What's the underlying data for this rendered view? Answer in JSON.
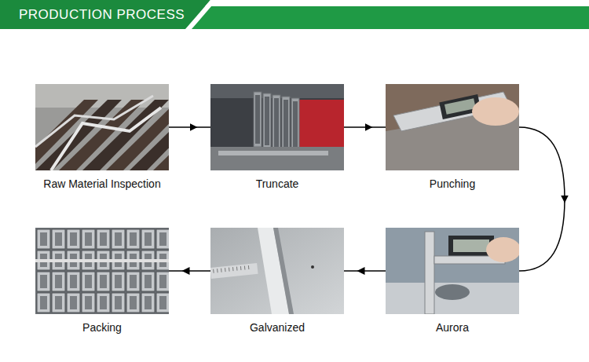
{
  "diagram": {
    "title": "PRODUCTION PROCESS",
    "nodes": [
      {
        "text": [
          "Raw Material Inspection"
        ]
      },
      {
        "text": [
          "Truncate"
        ]
      },
      {
        "text": [
          "Punching"
        ]
      },
      {
        "text": [
          "Aurora"
        ]
      },
      {
        "text": [
          "Galvanized"
        ]
      },
      {
        "text": [
          "Packing"
        ]
      }
    ],
    "edges": [
      {
        "from": 0,
        "to": 1,
        "arrow": "to"
      },
      {
        "from": 1,
        "to": 2,
        "arrow": "to"
      },
      {
        "from": 2,
        "to": 3,
        "arrow": "to"
      },
      {
        "from": 3,
        "to": 4,
        "arrow": "to"
      },
      {
        "from": 4,
        "to": 5,
        "arrow": "to"
      }
    ]
  }
}
